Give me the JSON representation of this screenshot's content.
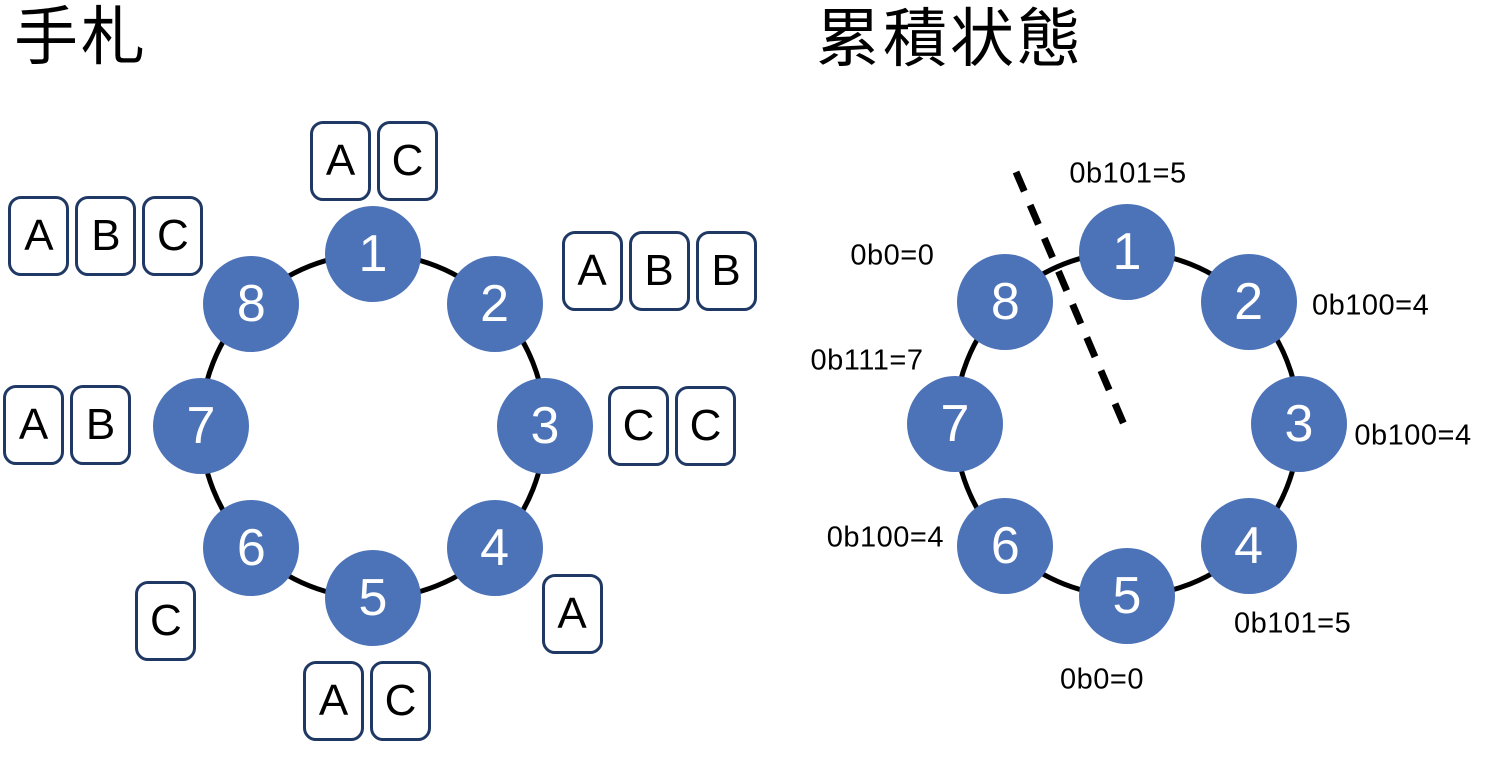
{
  "left_diagram": {
    "title": "手札",
    "description": "ring-of-8-players-with-hand-cards",
    "nodes": [
      {
        "id": "1",
        "cards": [
          "A",
          "C"
        ]
      },
      {
        "id": "2",
        "cards": [
          "A",
          "B",
          "B"
        ]
      },
      {
        "id": "3",
        "cards": [
          "C",
          "C"
        ]
      },
      {
        "id": "4",
        "cards": [
          "A"
        ]
      },
      {
        "id": "5",
        "cards": [
          "A",
          "C"
        ]
      },
      {
        "id": "6",
        "cards": [
          "C"
        ]
      },
      {
        "id": "7",
        "cards": [
          "A",
          "B"
        ]
      },
      {
        "id": "8",
        "cards": [
          "A",
          "B",
          "C"
        ]
      }
    ]
  },
  "right_diagram": {
    "title": "累積状態",
    "description": "ring-of-8-players-with-accumulated-binary-states",
    "nodes": [
      {
        "id": "1",
        "state": "0b101=5"
      },
      {
        "id": "2",
        "state": "0b100=4"
      },
      {
        "id": "3",
        "state": "0b100=4"
      },
      {
        "id": "4",
        "state": "0b101=5"
      },
      {
        "id": "5",
        "state": "0b0=0"
      },
      {
        "id": "6",
        "state": "0b100=4"
      },
      {
        "id": "7",
        "state": "0b111=7"
      },
      {
        "id": "8",
        "state": "0b0=0"
      }
    ],
    "cut_marker": "dashed-line-between-node-8-and-node-1"
  },
  "colors": {
    "node_fill": "#4C72B8",
    "node_text": "#ffffff",
    "card_border": "#1F3864",
    "card_text": "#000000",
    "ring_stroke": "#000000",
    "cut_line": "#000000"
  }
}
